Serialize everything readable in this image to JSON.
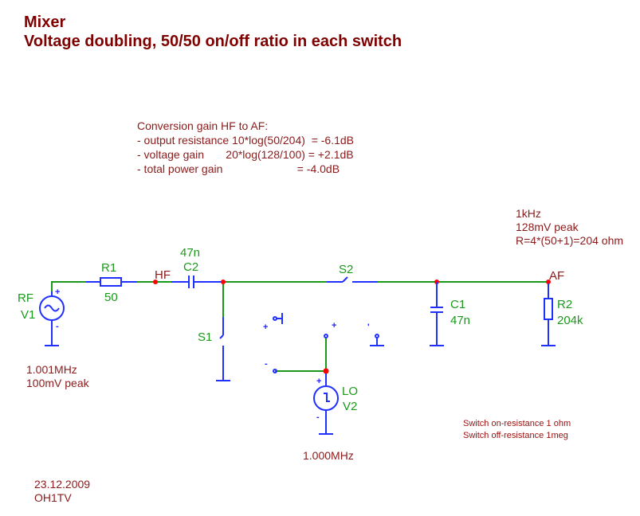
{
  "title": {
    "line1": "Mixer",
    "line2": "Voltage doubling, 50/50 on/off ratio in each switch"
  },
  "conversion_note": {
    "heading": "Conversion gain HF to AF:",
    "line1": "- output resistance 10*log(50/204)  = -6.1dB",
    "line2": "- voltage gain       20*log(128/100) = +2.1dB",
    "line3": "- total power gain                        = -4.0dB"
  },
  "output_note": {
    "line1": "1kHz",
    "line2": "128mV peak",
    "line3": "R=4*(50+1)=204 ohm"
  },
  "rf_source_note": {
    "line1": "1.001MHz",
    "line2": "100mV peak"
  },
  "lo_source_note": "1.000MHz",
  "switch_note": {
    "line1": "Switch on-resistance 1 ohm",
    "line2": "Switch off-resistance 1meg"
  },
  "footer": {
    "date": "23.12.2009",
    "author": "OH1TV"
  },
  "components": {
    "v1": {
      "name": "RF",
      "ref": "V1",
      "plus": "+",
      "minus": "-"
    },
    "r1": {
      "ref": "R1",
      "value": "50"
    },
    "c2": {
      "ref": "C2",
      "value": "47n"
    },
    "s1": {
      "ref": "S1"
    },
    "s2": {
      "ref": "S2"
    },
    "c1": {
      "ref": "C1",
      "value": "47n"
    },
    "r2": {
      "ref": "R2",
      "value": "204k"
    },
    "v2": {
      "name": "LO",
      "ref": "V2",
      "plus": "+",
      "minus": "-"
    },
    "ctrl": {
      "plus1": "+",
      "plus2": "+",
      "minus": "-",
      "tick": "'"
    }
  },
  "nodes": {
    "hf": "HF",
    "af": "AF"
  },
  "colors": {
    "title": "#800000",
    "wire": "#1a9a1a",
    "component": "#2030ff",
    "node": "#ff0000",
    "note": "#8b1a1a"
  }
}
